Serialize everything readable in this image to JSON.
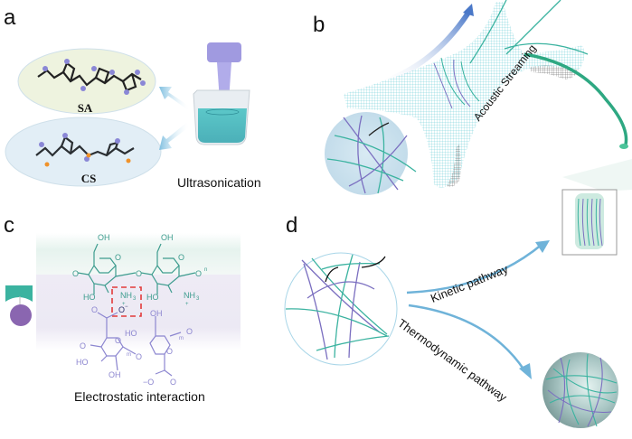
{
  "figure": {
    "panels": {
      "a": {
        "letter": "a",
        "molecules": [
          {
            "name": "SA",
            "label": "SA"
          },
          {
            "name": "CS",
            "label": "CS"
          }
        ],
        "process_label": "Ultrasonication"
      },
      "b": {
        "letter": "b",
        "flow_label": "Acoustic Streaming"
      },
      "c": {
        "letter": "c",
        "caption": "Electrostatic interaction",
        "chitosan_groups": {
          "oh": "OH",
          "o": "O",
          "ho": "HO",
          "nh3": "NH",
          "nh3_sub": "3",
          "plus": "+",
          "n_sub": "n"
        },
        "alginate_groups": {
          "o_minus": "O",
          "minus": "−",
          "oh": "OH",
          "ho": "HO",
          "o": "O",
          "m_sub": "m",
          "carboxylate": "−O"
        }
      },
      "d": {
        "letter": "d",
        "pathways": [
          {
            "name": "kinetic",
            "label": "Kinetic pathway"
          },
          {
            "name": "thermodynamic",
            "label": "Thermodynamic pathway"
          }
        ]
      }
    },
    "colors": {
      "teal": "#3bb3a0",
      "purple": "#7b6fc0",
      "arrow_blue": "#6fb3d9",
      "mesh_cyan": "#5fd0d8",
      "red_box": "#e23a3a",
      "sa_bg": "#eef3df",
      "cs_bg": "#e2eef6"
    }
  }
}
